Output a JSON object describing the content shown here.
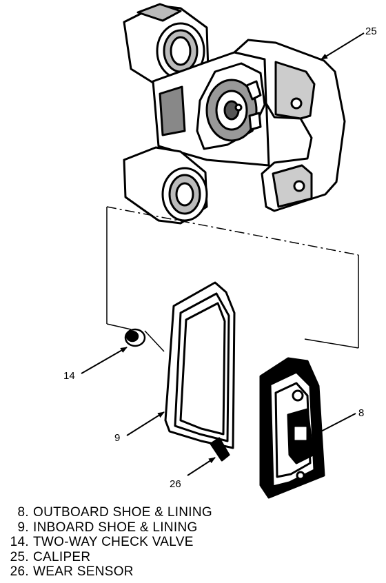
{
  "callouts": {
    "caliper": "25",
    "check_valve": "14",
    "inboard_shoe": "9",
    "outboard_shoe": "8",
    "wear_sensor": "26"
  },
  "legend": [
    {
      "num": "8.",
      "label": "OUTBOARD SHOE & LINING"
    },
    {
      "num": "9.",
      "label": "INBOARD SHOE & LINING"
    },
    {
      "num": "14.",
      "label": "TWO-WAY CHECK VALVE"
    },
    {
      "num": "25.",
      "label": "CALIPER"
    },
    {
      "num": "26.",
      "label": "WEAR SENSOR"
    }
  ]
}
